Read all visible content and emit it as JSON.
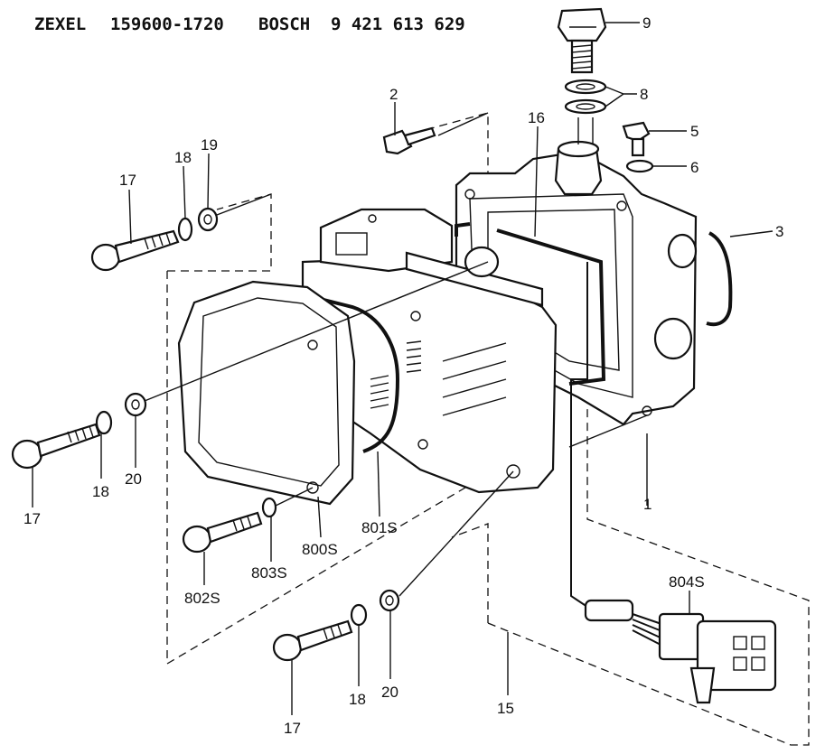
{
  "header": {
    "brand1": "ZEXEL",
    "part_number1": "159600-1720",
    "brand2": "BOSCH",
    "part_number2": "9 421 613 629"
  },
  "callouts": {
    "c1": "1",
    "c2": "2",
    "c3": "3",
    "c5": "5",
    "c6": "6",
    "c8": "8",
    "c9": "9",
    "c15": "15",
    "c16": "16",
    "c17_top": "17",
    "c18_top": "18",
    "c19": "19",
    "c17_mid": "17",
    "c18_mid": "18",
    "c20_mid": "20",
    "c802s": "802S",
    "c803s": "803S",
    "c800s": "800S",
    "c801s": "801S",
    "c804s": "804S",
    "c17_bot": "17",
    "c18_bot": "18",
    "c20_bot": "20"
  }
}
